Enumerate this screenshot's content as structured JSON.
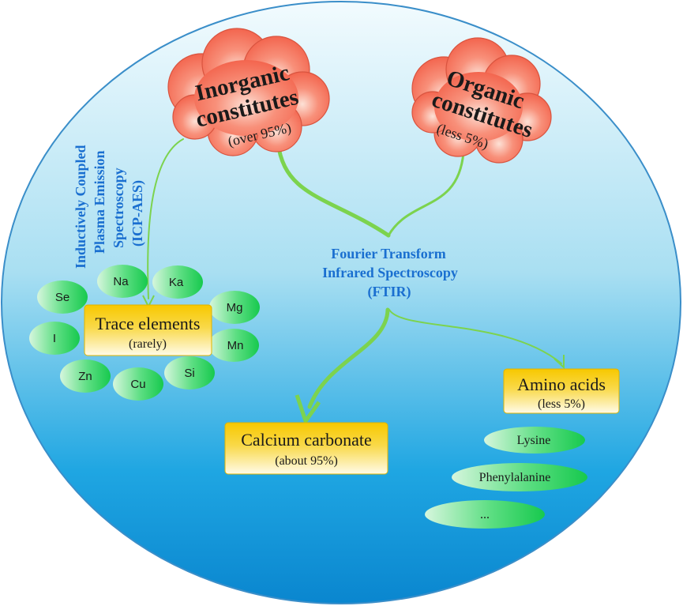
{
  "inorganic": {
    "line1": "Inorganic",
    "line2": "constitutes",
    "share": "(over 95%)"
  },
  "organic": {
    "line1": "Organic",
    "line2": "constitutes",
    "share": "(less 5%)"
  },
  "icp_method": {
    "lines": [
      "Inductively Coupled",
      "Plasma Emission",
      "Spectroscopy",
      "(ICP-AES)"
    ]
  },
  "ftir_method": {
    "lines": [
      "Fourier Transform",
      "Infrared Spectroscopy",
      "(FTIR)"
    ]
  },
  "trace": {
    "title": "Trace elements",
    "note": "(rarely)",
    "elements": [
      "Se",
      "Na",
      "Ka",
      "Mg",
      "I",
      "Mn",
      "Zn",
      "Cu",
      "Si"
    ]
  },
  "calcium": {
    "title": "Calcium carbonate",
    "note": "(about 95%)"
  },
  "amino": {
    "title": "Amino acids",
    "note": "(less 5%)",
    "items": [
      "Lysine",
      "Phenylalanine",
      "..."
    ]
  },
  "colors": {
    "cloud": "#f6735e",
    "arrow": "#7cd34e",
    "method_text": "#1a6fd0",
    "box": "#f7c800",
    "pill": "#22cc55"
  }
}
